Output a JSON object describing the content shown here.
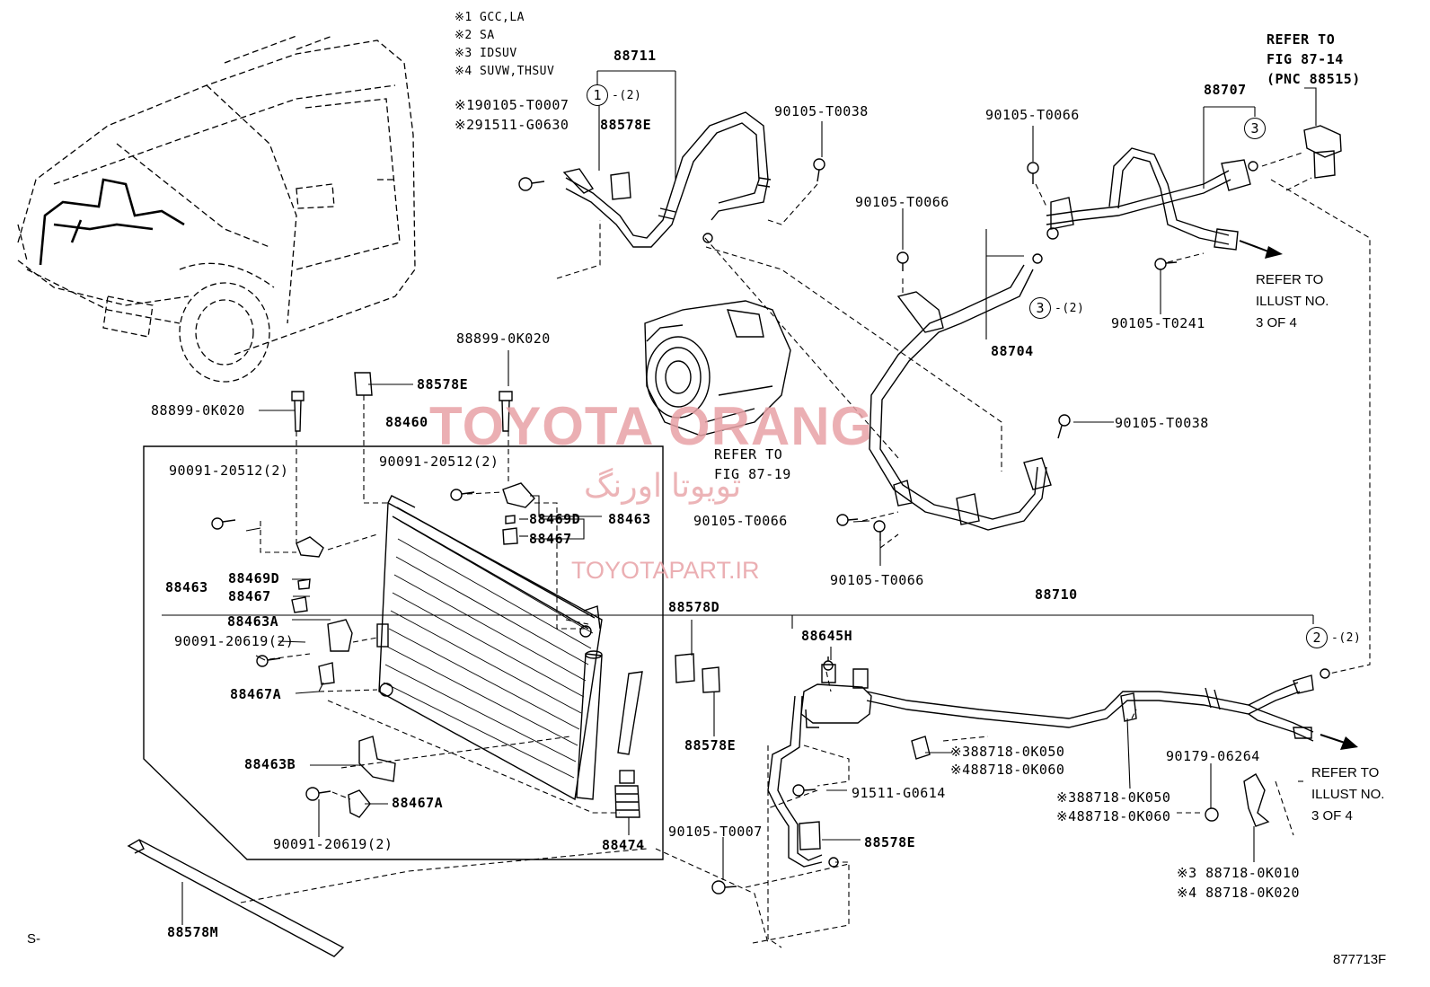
{
  "notes": [
    "※1 GCC,LA",
    "※2 SA",
    "※3 IDSUV",
    "※4 SUVW,THSUV"
  ],
  "bracket_notes": [
    "※190105-T0007",
    "※291511-G0630"
  ],
  "refer_fig_87_14": [
    "REFER TO",
    "FIG 87-14",
    "(PNC 88515)"
  ],
  "refer_fig_87_19": [
    "REFER TO",
    "FIG 87-19"
  ],
  "refer_illust_top": [
    "REFER TO",
    "ILLUST NO.",
    "3 OF 4"
  ],
  "refer_illust_bottom": [
    "REFER TO",
    "ILLUST NO.",
    "3 OF 4"
  ],
  "parts": {
    "p88711": "88711",
    "p88707": "88707",
    "p88704": "88704",
    "p88710": "88710",
    "p88460": "88460",
    "p88578E_top": "88578E",
    "p88578E_center": "88578E",
    "p88578E_mid": "88578E",
    "p88578E_right": "88578E",
    "p88578D": "88578D",
    "p88578M": "88578M",
    "p88645H": "88645H",
    "p88474": "88474",
    "p88463_left": "88463",
    "p88463_right": "88463",
    "p88469D_left": "88469D",
    "p88469D_right": "88469D",
    "p88467_left": "88467",
    "p88467_right": "88467",
    "p88463A": "88463A",
    "p88467A_a": "88467A",
    "p88463B": "88463B",
    "p88467A_b": "88467A",
    "p88899_left": "88899-0K020",
    "p88899_top": "88899-0K020",
    "p90091_20512_a": "90091-20512(2)",
    "p90091_20512_b": "90091-20512(2)",
    "p90091_20619_a": "90091-20619(2)",
    "p90091_20619_b": "90091-20619(2)",
    "p90105_T0038_a": "90105-T0038",
    "p90105_T0038_b": "90105-T0038",
    "p90105_T0066_a": "90105-T0066",
    "p90105_T0066_b": "90105-T0066",
    "p90105_T0066_c": "90105-T0066",
    "p90105_T0066_d": "90105-T0066",
    "p90105_T0241": "90105-T0241",
    "p90105_T0007": "90105-T0007",
    "p91511_G0614": "91511-G0614",
    "p90179": "90179-06264",
    "p88718_050_a": "※388718-0K050",
    "p88718_060_a": "※488718-0K060",
    "p88718_050_b": "※388718-0K050",
    "p88718_060_b": "※488718-0K060",
    "p88718_010": "※3 88718-0K010",
    "p88718_020": "※4 88718-0K020"
  },
  "callouts": {
    "c1": "1",
    "c1_qty": "-(2)",
    "c3_top": "3",
    "c3_mid": "3",
    "c3_mid_qty": "-(2)",
    "c2": "2",
    "c2_qty": "-(2)"
  },
  "watermark": {
    "brand": "TOYOTA ORANG",
    "persian": "تویوتا اورنگ",
    "site": "TOYOTAPART.IR"
  },
  "footer": {
    "left_code": "S-",
    "fig_code": "877713F"
  },
  "colors": {
    "line": "#000000",
    "watermark": "#e8a2a6"
  }
}
